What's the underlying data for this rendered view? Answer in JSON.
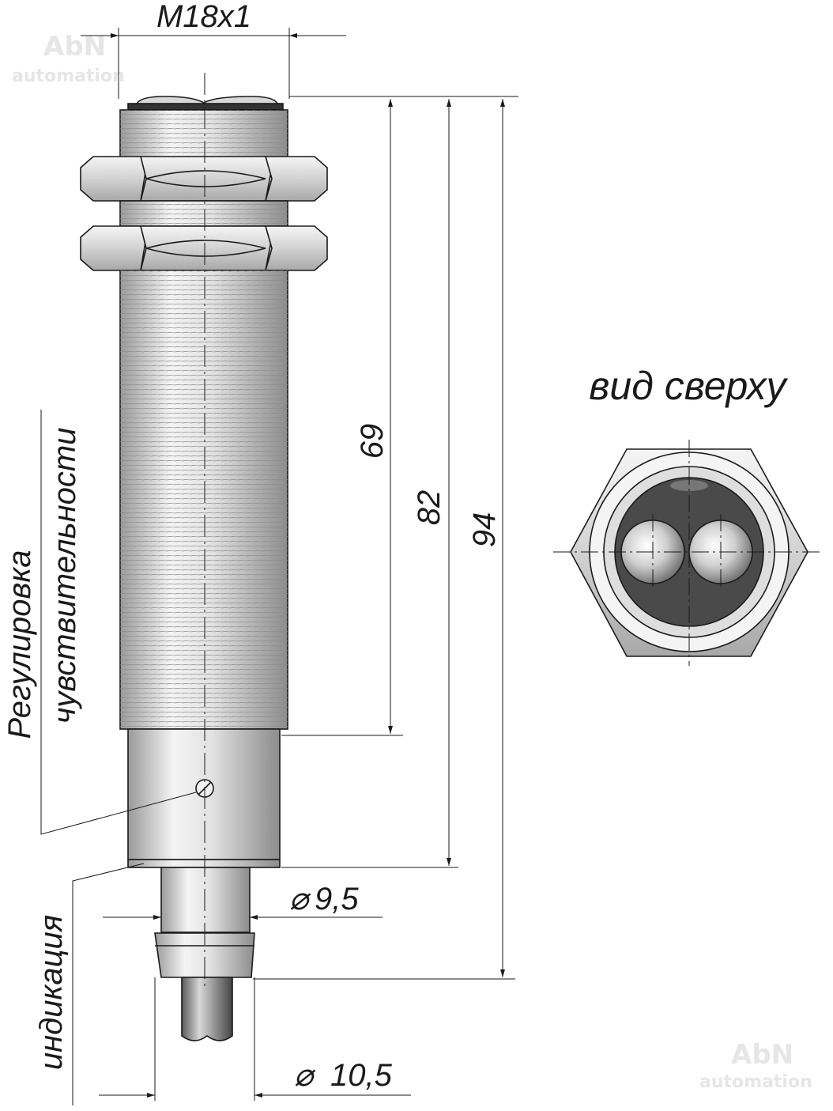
{
  "watermark": {
    "brand": "AbN",
    "sub": "automation"
  },
  "dimensions": {
    "thread": "M18x1",
    "length_69": "69",
    "length_82": "82",
    "length_94": "94",
    "diameter_9_5": "9,5",
    "diameter_10_5": "10,5",
    "diameter_symbol": "⌀"
  },
  "labels": {
    "top_view": "вид сверху",
    "sensitivity_line1": "Регулировка",
    "sensitivity_line2": "чувствительности",
    "indication": "индикация"
  },
  "colors": {
    "outline": "#1a1a1a",
    "metal_light": "#f2f2f2",
    "metal_mid": "#cfcfcf",
    "metal_dark": "#9a9a9a",
    "lens_dark": "#4a4a4a"
  }
}
